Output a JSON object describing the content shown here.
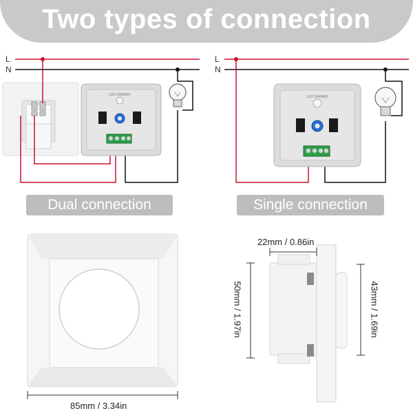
{
  "title": "Two types of connection",
  "wire_labels": {
    "line": "L",
    "neutral": "N"
  },
  "panels": [
    {
      "label": "Dual connection"
    },
    {
      "label": "Single connection"
    }
  ],
  "dimmer_face_text": "LED DIMMER",
  "dimensions": {
    "width": "85mm / 3.34in",
    "height": "50mm / 1.97in",
    "depth": "22mm / 0.86in",
    "body_height": "43mm / 1.69in"
  },
  "colors": {
    "banner": "#c9c9c9",
    "pill": "#bdbdbd",
    "wire_live": "#c8102e",
    "wire_neutral": "#111111",
    "terminal": "#2e9e4a",
    "knob": "#2a6fd6"
  }
}
